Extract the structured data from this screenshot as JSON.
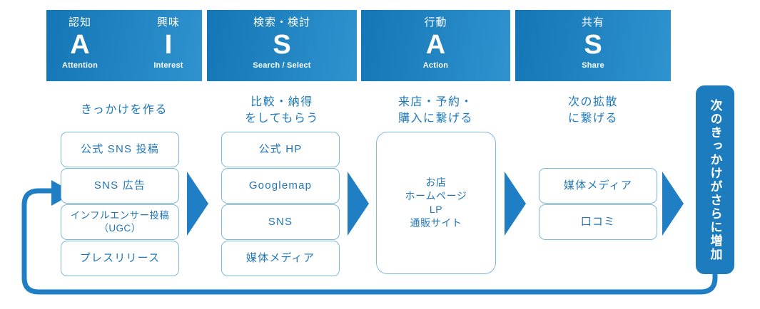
{
  "colors": {
    "header_blue_dark": "#1476b4",
    "header_blue_light": "#2f93d0",
    "accent_blue": "#1f7ec4",
    "text_blue": "#2276b8",
    "box_border": "#7eb9de",
    "panel_blue": "#1c7cbd",
    "white": "#ffffff"
  },
  "header": {
    "stages": [
      {
        "jp_labels": [
          "認知",
          "興味"
        ],
        "letters": [
          "A",
          "I"
        ],
        "en_labels": [
          "Attention",
          "Interest"
        ]
      },
      {
        "jp_labels": [
          "検索・検討"
        ],
        "letters": [
          "S"
        ],
        "en_labels": [
          "Search / Select"
        ]
      },
      {
        "jp_labels": [
          "行動"
        ],
        "letters": [
          "A"
        ],
        "en_labels": [
          "Action"
        ]
      },
      {
        "jp_labels": [
          "共有"
        ],
        "letters": [
          "S"
        ],
        "en_labels": [
          "Share"
        ]
      }
    ]
  },
  "columns": [
    {
      "caption": "きっかけを作る",
      "items": [
        "公式 SNS 投稿",
        "SNS 広告",
        "インフルエンサー投稿\n（UGC）",
        "プレスリリース"
      ]
    },
    {
      "caption": "比較・納得\nをしてもらう",
      "items": [
        "公式 HP",
        "Googlemap",
        "SNS",
        "媒体メディア"
      ]
    },
    {
      "caption": "来店・予約・\n購入に繋げる",
      "items": [
        "お店\nホームページ\nLP\n通販サイト"
      ]
    },
    {
      "caption": "次の拡散\nに繋げる",
      "items": [
        "媒体メディア",
        "口コミ"
      ]
    }
  ],
  "arrows": {
    "flow_arrow_icon": "right-triangle-arrow",
    "loop_arrow_icon": "loop-back-arrow"
  },
  "right_panel": {
    "text": "次のきっかけがさらに増加"
  }
}
